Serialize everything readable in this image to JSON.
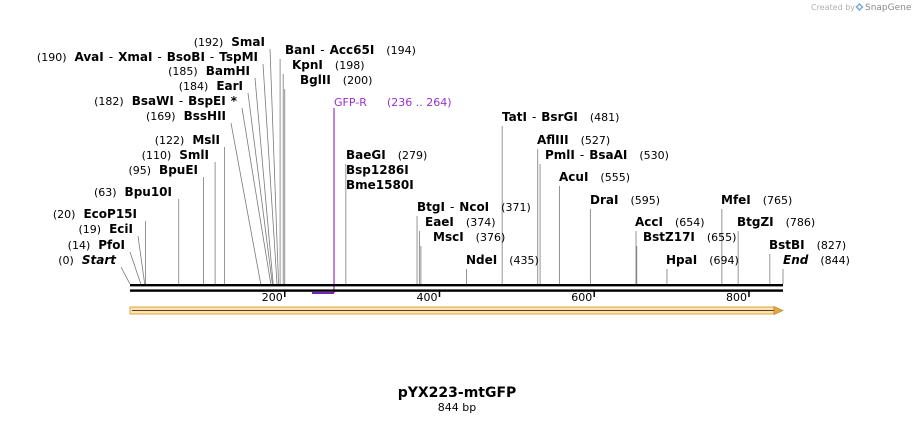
{
  "credit": {
    "prefix": "Created by",
    "brand": "SnapGene"
  },
  "map": {
    "name": "pYX223-mtGFP",
    "length_label": "844 bp",
    "length": 844,
    "ticks": [
      "200",
      "400",
      "600",
      "800"
    ],
    "feature": {
      "name": "GFP-R",
      "range": "(236 .. 264)"
    }
  },
  "sites": [
    {
      "pos": "(0)",
      "name": "Start",
      "italic": true
    },
    {
      "pos": "(14)",
      "name": "PfoI"
    },
    {
      "pos": "(19)",
      "name": "EciI"
    },
    {
      "pos": "(20)",
      "name": "EcoP15I"
    },
    {
      "pos": "(63)",
      "name": "Bpu10I"
    },
    {
      "pos": "(95)",
      "name": "BpuEI"
    },
    {
      "pos": "(110)",
      "name": "SmlI"
    },
    {
      "pos": "(122)",
      "name": "MslI"
    },
    {
      "pos": "(169)",
      "name": "BssHII"
    },
    {
      "pos": "(182)",
      "name": "BsaWI",
      "dash": "-",
      "name2": "BspEI",
      "mark": "*"
    },
    {
      "pos": "(184)",
      "name": "EarI"
    },
    {
      "pos": "(185)",
      "name": "BamHI"
    },
    {
      "pos": "(190)",
      "name": "AvaI",
      "dash": "-",
      "name2": "XmaI",
      "dash2": "-",
      "name3": "BsoBI",
      "dash3": "-",
      "name4": "TspMI"
    },
    {
      "pos": "(192)",
      "name": "SmaI"
    },
    {
      "name": "BanI",
      "dash": "-",
      "name2": "Acc65I",
      "pos": "(194)"
    },
    {
      "name": "KpnI",
      "pos": "(198)"
    },
    {
      "name": "BglII",
      "pos": "(200)"
    },
    {
      "name": "BaeGI",
      "pos": "(279)"
    },
    {
      "name": "Bsp1286I"
    },
    {
      "name": "Bme1580I"
    },
    {
      "name": "BtgI",
      "dash": "-",
      "name2": "NcoI",
      "pos": "(371)"
    },
    {
      "name": "EaeI",
      "pos": "(374)"
    },
    {
      "name": "MscI",
      "pos": "(376)"
    },
    {
      "name": "NdeI",
      "pos": "(435)"
    },
    {
      "name": "TatI",
      "dash": "-",
      "name2": "BsrGI",
      "pos": "(481)"
    },
    {
      "name": "AflIII",
      "pos": "(527)"
    },
    {
      "name": "PmlI",
      "dash": "-",
      "name2": "BsaAI",
      "pos": "(530)"
    },
    {
      "name": "AcuI",
      "pos": "(555)"
    },
    {
      "name": "DraI",
      "pos": "(595)"
    },
    {
      "name": "AccI",
      "pos": "(654)"
    },
    {
      "name": "BstZ17I",
      "pos": "(655)"
    },
    {
      "name": "HpaI",
      "pos": "(694)"
    },
    {
      "name": "MfeI",
      "pos": "(765)"
    },
    {
      "name": "BtgZI",
      "pos": "(786)"
    },
    {
      "name": "BstBI",
      "pos": "(827)"
    },
    {
      "name": "End",
      "pos": "(844)",
      "italic": true
    }
  ]
}
